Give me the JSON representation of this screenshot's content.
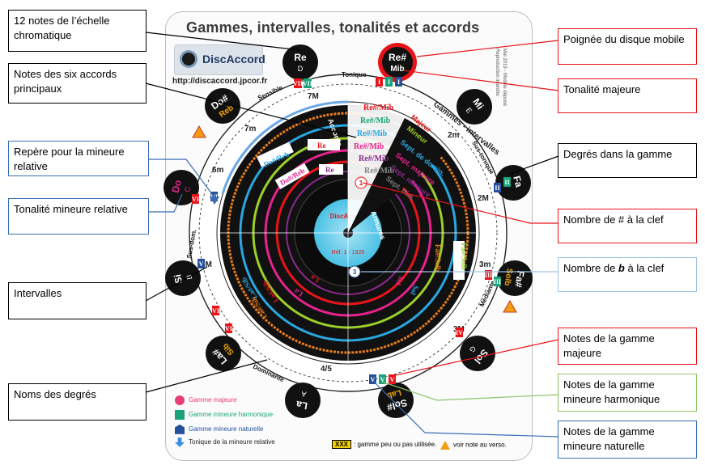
{
  "title": "Gammes, intervalles, tonalités et accords",
  "logo": "DiscAccord",
  "url": "http://discaccord.jpcor.fr",
  "side_note": [
    "Mai 2019 - Modèle déposé",
    "Reproduction interdite"
  ],
  "center": {
    "brand": "DiscAccord",
    "ref": "Réf. 1 - 1920"
  },
  "ring_labels": {
    "accords": "Accords",
    "armures": "Armures",
    "gammes": "Gammes - intervalles"
  },
  "notes": [
    {
      "top": "Re",
      "bottom": "D"
    },
    {
      "top": "Re#",
      "bottom": "Mib"
    },
    {
      "top": "Mi",
      "bottom": "E"
    },
    {
      "top": "Fa",
      "bottom": "F"
    },
    {
      "top": "Fa#",
      "bottom": "Solb"
    },
    {
      "top": "Sol",
      "bottom": "G"
    },
    {
      "top": "Sol#",
      "bottom": "Lab"
    },
    {
      "top": "La",
      "bottom": "A"
    },
    {
      "top": "La#",
      "bottom": "Sib"
    },
    {
      "top": "Si",
      "bottom": "B"
    },
    {
      "top": "Do",
      "bottom": "C"
    },
    {
      "top": "Do#",
      "bottom": "Reb"
    }
  ],
  "degrees": [
    "Tonique",
    "Sus-tonique",
    "Médiante",
    "Dominante",
    "Sus-dom.",
    "Sensible"
  ],
  "intervals": [
    "7M",
    "2m",
    "2M",
    "3m",
    "3M",
    "4/5",
    "6m",
    "6M",
    "7m"
  ],
  "chords": [
    "Majeur",
    "Mineur",
    "Sept. de domin.",
    "Sept. majeure",
    "Sept. mineure",
    "Sept. dim."
  ],
  "chord_notes": [
    "Re#/Mib",
    "Re#/Mib",
    "Re#/Mib",
    "Re#/Mib",
    "Re#/Mib",
    "Re#/Mib"
  ],
  "inner_notes": [
    "Do#/Reb",
    "Re",
    "Do#/Reb",
    "Re",
    "Fa#/Solb",
    "Fa#/Solb",
    "Sol",
    "Sol",
    "La#/Sib",
    "La#/Sib",
    "La#/Sib",
    "La",
    "La"
  ],
  "armure_counts": [
    "1",
    "3"
  ],
  "roman": [
    "I",
    "II",
    "III",
    "IV",
    "V",
    "VI",
    "VII"
  ],
  "labels": {
    "chromatic": "12 notes de l’échelle chromatique",
    "six_chords": "Notes des six accords principaux",
    "relative_mark": "Repère pour la mineure relative",
    "relative_minor": "Tonalité mineure relative",
    "intervals": "Intervalles",
    "degree_names": "Noms des degrés",
    "handle": "Poignée du disque mobile",
    "major_key": "Tonalité majeure",
    "degrees_in_scale": "Degrés dans la gamme",
    "sharps": "Nombre de # à la clef",
    "flats_prefix": "Nombre de ",
    "flats_symbol": "b",
    "flats_suffix": " à la clef",
    "major_scale": "Notes de la gamme majeure",
    "harmonic_minor": "Notes de la gamme mineure harmonique",
    "natural_minor": "Notes de la gamme mineure naturelle"
  },
  "legend": {
    "major": "Gamme majeure",
    "harmonic": "Gamme mineure harmonique",
    "natural": "Gamme mineure naturelle",
    "relative": "Tonique de la mineure relative",
    "xxx": "XXX",
    "rarely": ": gamme peu ou pas utilisée.",
    "see_note": "voir note au verso."
  },
  "colors": {
    "red": "#e8141a",
    "blue": "#3a6eb5",
    "green": "#8cc56a",
    "lightblue": "#9cc3e6",
    "pink": "#e83f77",
    "teal": "#1aa37a",
    "navy": "#25509c",
    "orange": "#e07a1f"
  }
}
